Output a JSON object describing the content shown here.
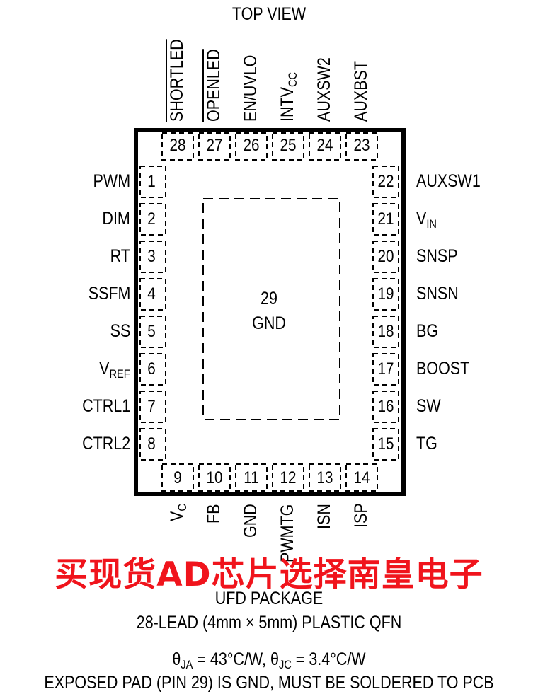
{
  "header": {
    "view_label": "TOP VIEW"
  },
  "top_pins": [
    {
      "num": "28",
      "name": "SHORTLED",
      "overline": true
    },
    {
      "num": "27",
      "name": "OPENLED",
      "overline": true
    },
    {
      "num": "26",
      "name": "EN/UVLO"
    },
    {
      "num": "25",
      "name": "INTV",
      "sub": "CC"
    },
    {
      "num": "24",
      "name": "AUXSW2"
    },
    {
      "num": "23",
      "name": "AUXBST"
    }
  ],
  "left_pins": [
    {
      "num": "1",
      "name": "PWM"
    },
    {
      "num": "2",
      "name": "DIM"
    },
    {
      "num": "3",
      "name": "RT"
    },
    {
      "num": "4",
      "name": "SSFM"
    },
    {
      "num": "5",
      "name": "SS"
    },
    {
      "num": "6",
      "name": "V",
      "sub": "REF"
    },
    {
      "num": "7",
      "name": "CTRL1"
    },
    {
      "num": "8",
      "name": "CTRL2"
    }
  ],
  "right_pins": [
    {
      "num": "22",
      "name": "AUXSW1"
    },
    {
      "num": "21",
      "name": "V",
      "sub": "IN"
    },
    {
      "num": "20",
      "name": "SNSP"
    },
    {
      "num": "19",
      "name": "SNSN"
    },
    {
      "num": "18",
      "name": "BG"
    },
    {
      "num": "17",
      "name": "BOOST"
    },
    {
      "num": "16",
      "name": "SW"
    },
    {
      "num": "15",
      "name": "TG"
    }
  ],
  "bottom_pins": [
    {
      "num": "9",
      "name": "V",
      "sub": "C"
    },
    {
      "num": "10",
      "name": "FB"
    },
    {
      "num": "11",
      "name": "GND"
    },
    {
      "num": "12",
      "name": "PWMTG"
    },
    {
      "num": "13",
      "name": "ISN"
    },
    {
      "num": "14",
      "name": "ISP"
    }
  ],
  "exposed_pad": {
    "num": "29",
    "name": "GND"
  },
  "watermark": "买现货AD芯片选择南皇电子",
  "package": {
    "name": "UFD PACKAGE",
    "description": "28-LEAD (4mm × 5mm) PLASTIC QFN",
    "thermal_theta_ja_sub": "JA",
    "thermal_theta_ja_value": " = 43°C/W, θ",
    "thermal_theta_jc_sub": "JC",
    "thermal_theta_jc_value": " = 3.4°C/W",
    "note": "EXPOSED PAD (PIN 29) IS GND, MUST BE SOLDERED TO PCB"
  },
  "colors": {
    "watermark": "#f0141c",
    "ink": "#000000"
  }
}
